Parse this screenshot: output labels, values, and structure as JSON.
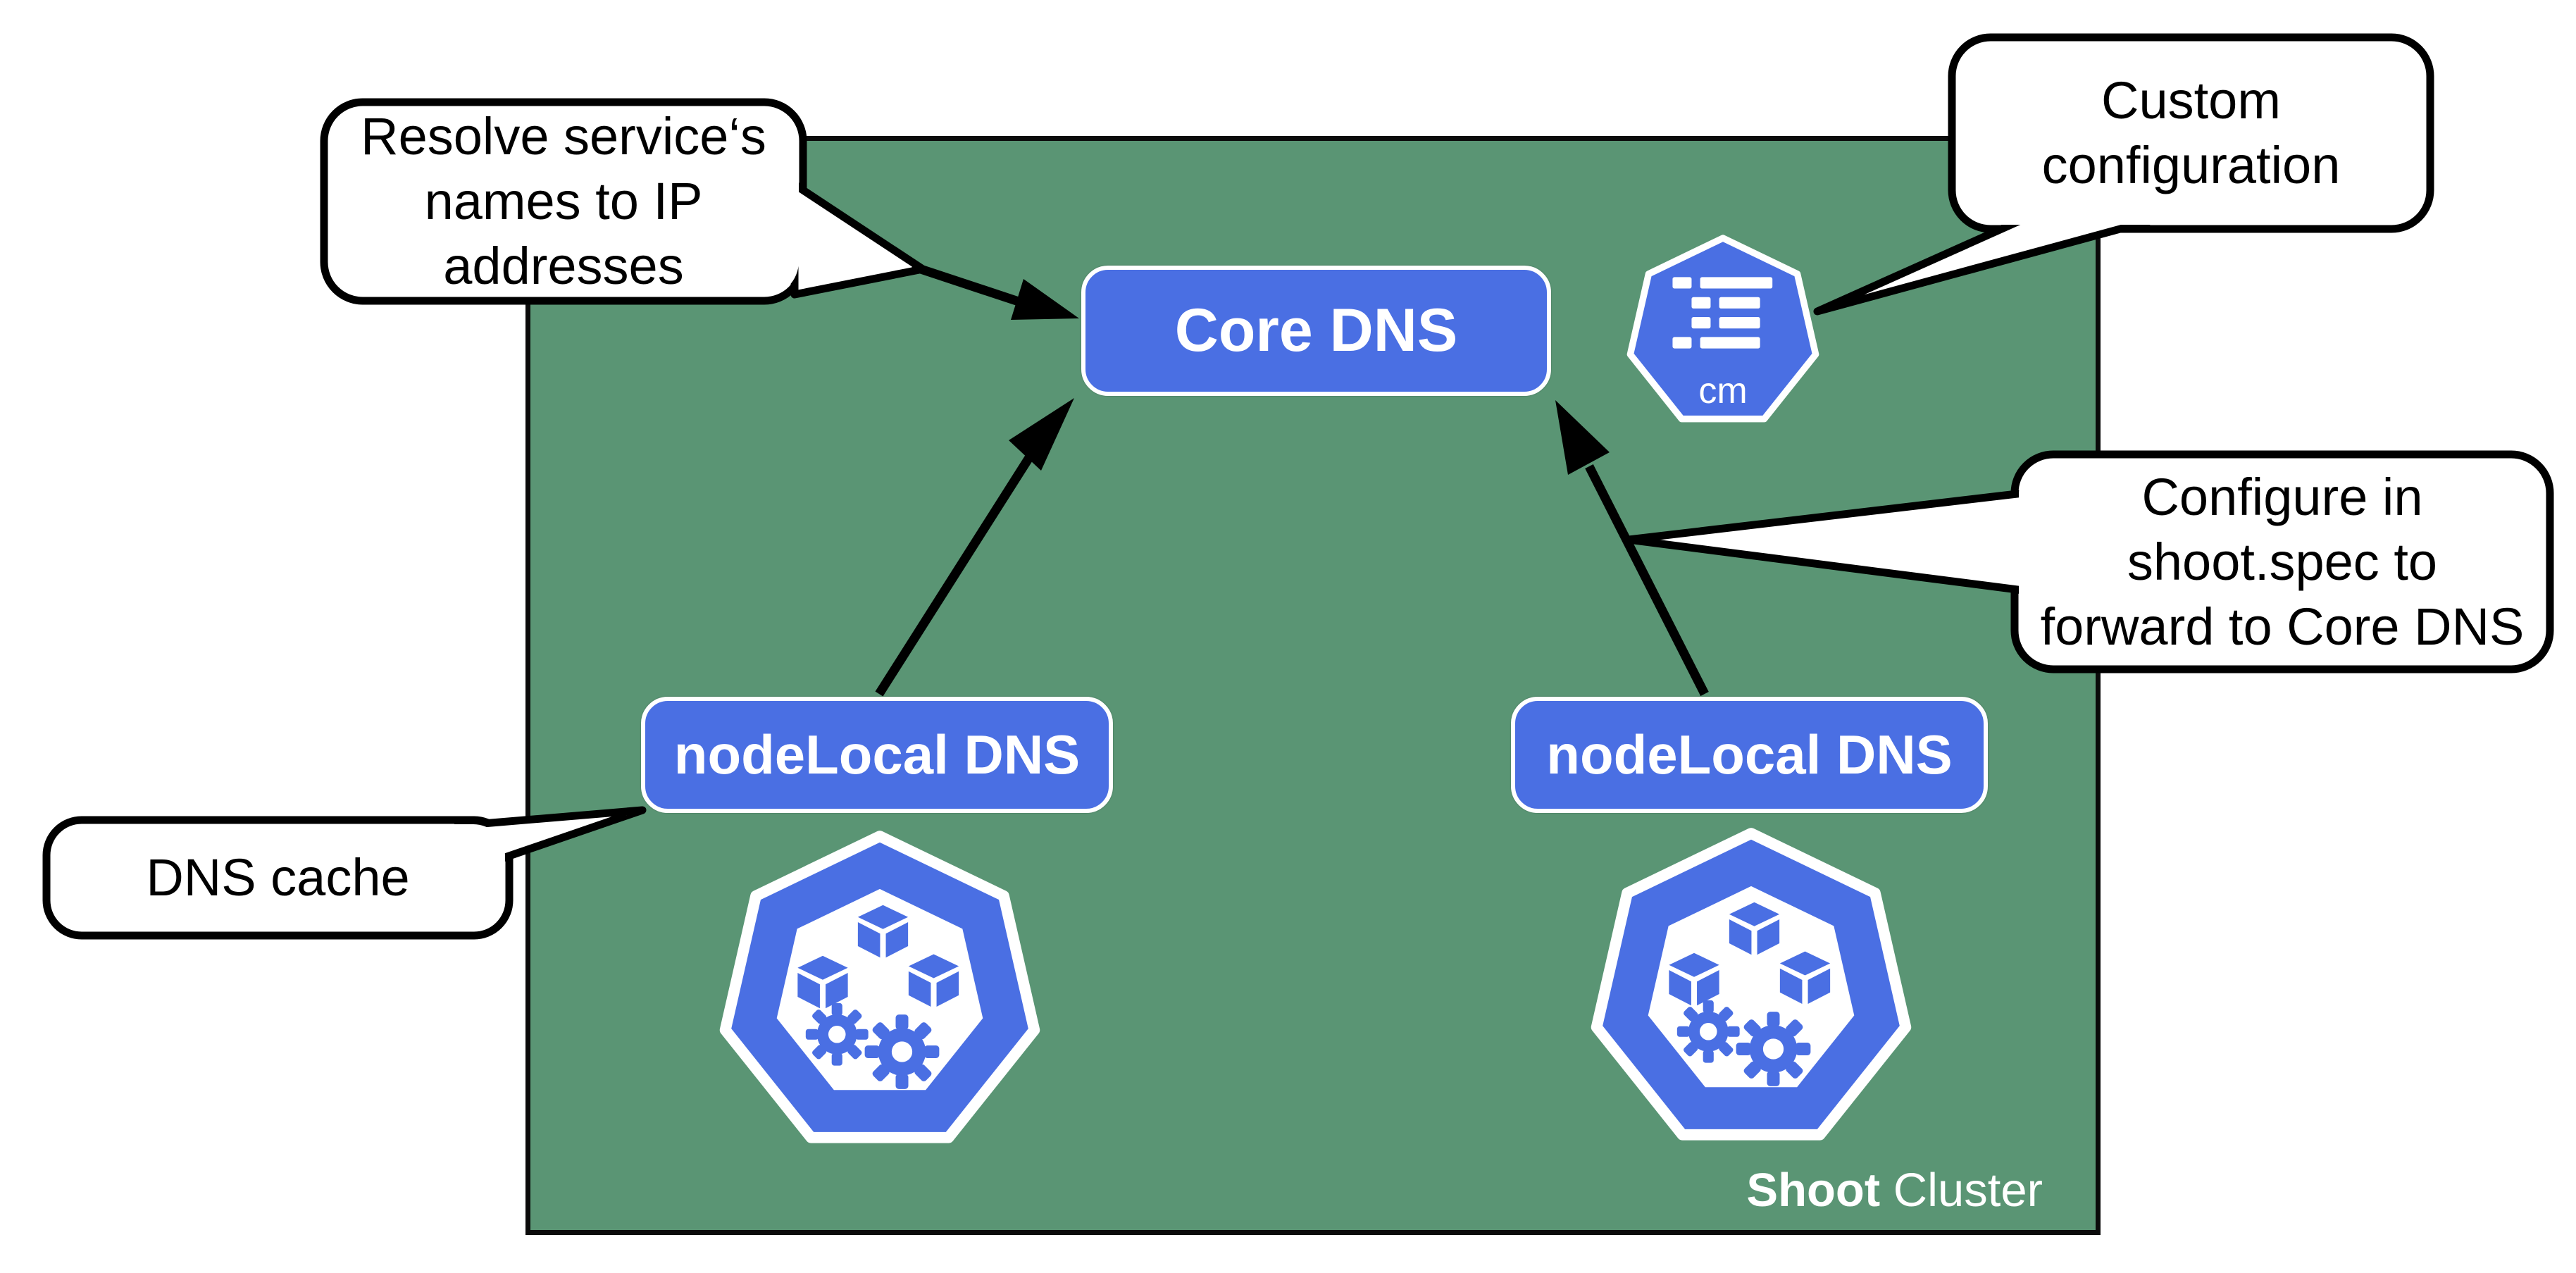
{
  "colors": {
    "green": "#5a9574",
    "blue": "#4a6fe3",
    "ink": "#000000",
    "paper": "#ffffff"
  },
  "cluster": {
    "label_bold": "Shoot",
    "label_regular": " Cluster"
  },
  "boxes": {
    "core_dns": "Core DNS",
    "node_local_left": "nodeLocal DNS",
    "node_local_right": "nodeLocal DNS"
  },
  "icons": {
    "configmap": "kubernetes-configmap-icon",
    "configmap_label": "cm",
    "node_left": "kubernetes-node-icon",
    "node_right": "kubernetes-node-icon"
  },
  "callouts": {
    "resolve": {
      "line1": "Resolve service‘s",
      "line2": "names to IP",
      "line3": "addresses"
    },
    "custom": {
      "line1": "Custom",
      "line2": "configuration"
    },
    "configure": {
      "line1": "Configure in",
      "line2": "shoot.spec to",
      "line3": "forward to Core DNS"
    },
    "cache": {
      "line1": "DNS cache"
    }
  }
}
